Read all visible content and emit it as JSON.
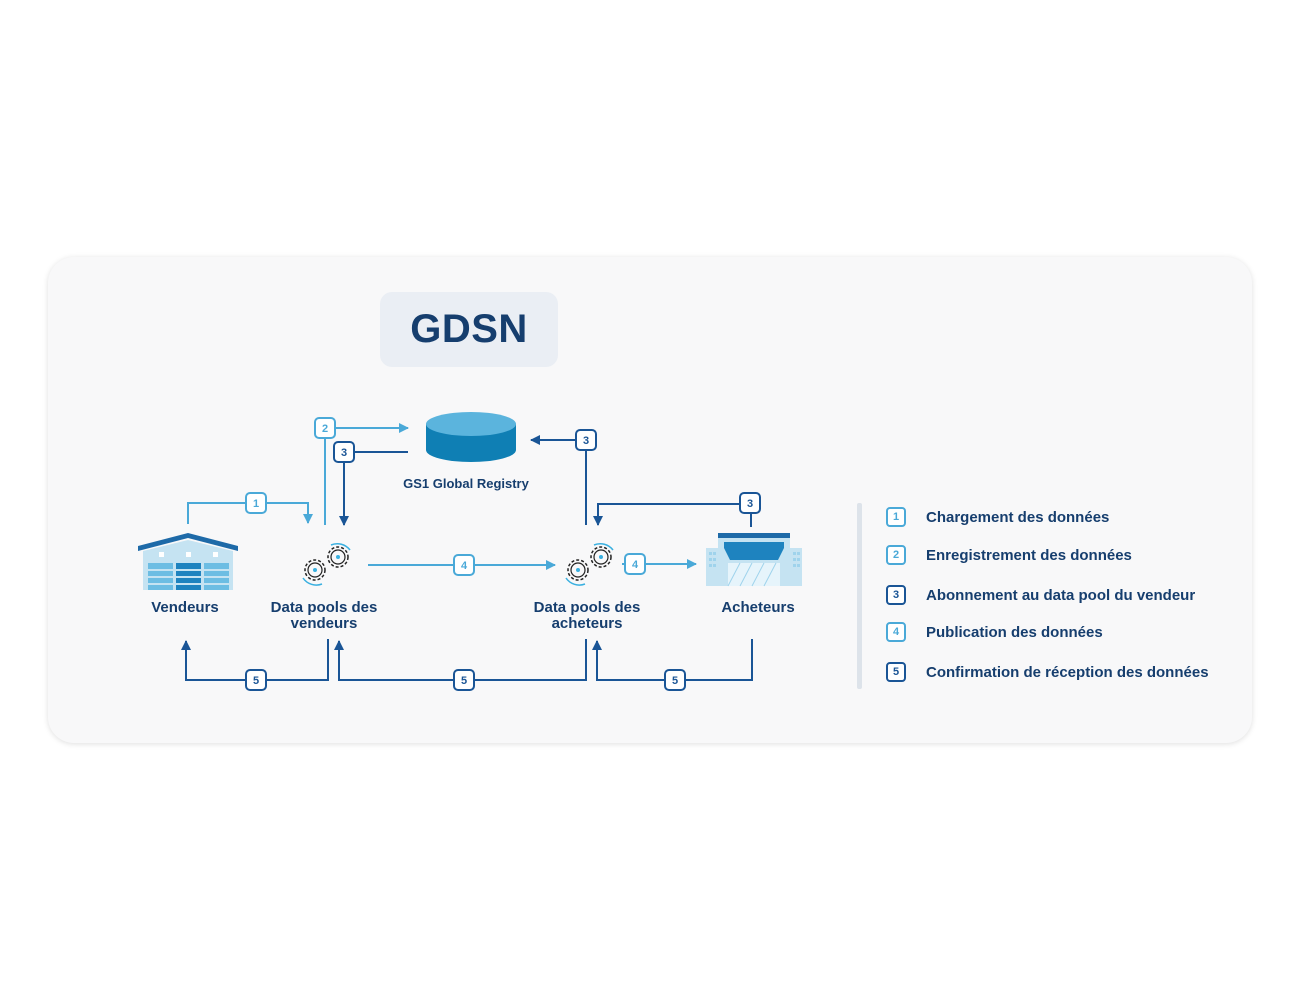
{
  "title": "GDSN",
  "nodes": {
    "registry": "GS1 Global Registry",
    "sellers": "Vendeurs",
    "seller_pools_line1": "Data pools des",
    "seller_pools_line2": "vendeurs",
    "buyer_pools_line1": "Data pools des",
    "buyer_pools_line2": "acheteurs",
    "buyers": "Acheteurs"
  },
  "step_numbers": {
    "s1": "1",
    "s2": "2",
    "s3": "3",
    "s4": "4",
    "s5": "5"
  },
  "legend": [
    {
      "number": "1",
      "label": "Chargement des données",
      "style": "light"
    },
    {
      "number": "2",
      "label": "Enregistrement des données",
      "style": "light"
    },
    {
      "number": "3",
      "label": "Abonnement au data pool du vendeur",
      "style": "dark"
    },
    {
      "number": "4",
      "label": "Publication des données",
      "style": "light"
    },
    {
      "number": "5",
      "label": "Confirmation de réception des données",
      "style": "dark"
    }
  ],
  "colors": {
    "light_blue": "#4aa9d8",
    "dark_blue": "#1a5596",
    "navy_text": "#163e6e"
  }
}
